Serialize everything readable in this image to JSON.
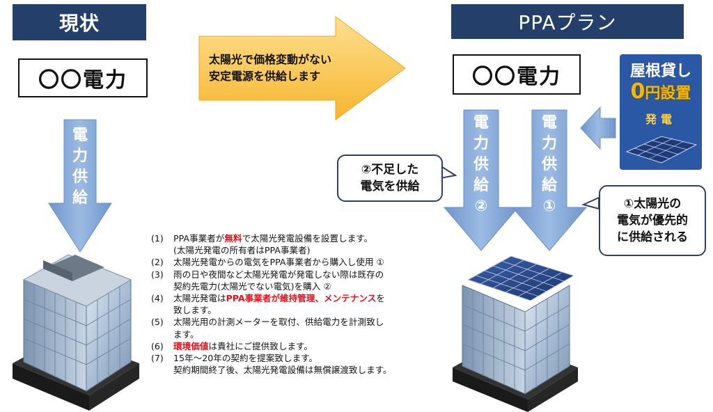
{
  "current": {
    "header": "現状",
    "provider": "〇〇電力",
    "flow_label": [
      "電",
      "力",
      "供",
      "給"
    ]
  },
  "transition": {
    "text_line1": "太陽光で価格変動がない",
    "text_line2": "安定電源を供給します"
  },
  "ppa": {
    "header": "PPAプラン",
    "provider": "〇〇電力",
    "flow2_label": [
      "電",
      "力",
      "供",
      "給",
      "②"
    ],
    "flow1_label": [
      "電",
      "力",
      "供",
      "給",
      "①"
    ],
    "callout_shortage_line1": "②不足した",
    "callout_shortage_line2": "電気を供給",
    "callout_priority_line1": "①太陽光の",
    "callout_priority_line2": "電気が優先的",
    "callout_priority_line3": "に供給される"
  },
  "badge": {
    "line1": "屋根貸し",
    "line2_big": "0",
    "line2_rest": "円設置",
    "line3": "発電"
  },
  "notes": [
    {
      "num": "(1)",
      "pre": "PPA事業者が",
      "red": "無料",
      "post": "で太陽光発電設備を設置します。",
      "line2": "(太陽光発電の所有者はPPA事業者)"
    },
    {
      "num": "(2)",
      "text": "太陽光発電からの電気をPPA事業者から購入し使用 ①"
    },
    {
      "num": "(3)",
      "text": "雨の日や夜間など太陽光発電が発電しない際は既存の",
      "line2": "契約先電力(太陽光でない電気)を購入 ②"
    },
    {
      "num": "(4)",
      "pre": "太陽光発電は",
      "red": "PPA事業者が維持管理、メンテナンス",
      "post": "を",
      "line2": "致します。"
    },
    {
      "num": "(5)",
      "text": "太陽光用の計測メーターを取付、供給電力を計測致し",
      "line2": "ます。"
    },
    {
      "num": "(6)",
      "red": "環境価値",
      "post": "は貴社にご提供致します。"
    },
    {
      "num": "(7)",
      "text": "15年～20年の契約を提案致します。",
      "line2": "契約期間終了後、太陽光発電設備は無償譲渡致します。"
    }
  ],
  "colors": {
    "header_bg": "#24406a",
    "arrow_blue": "#87a9d6",
    "arrow_orange": "#fbc34d",
    "callout_border": "#2f3f63",
    "highlight_red": "#e8101a",
    "badge_blue": "#2a58a4",
    "badge_gold": "#f6b800"
  }
}
